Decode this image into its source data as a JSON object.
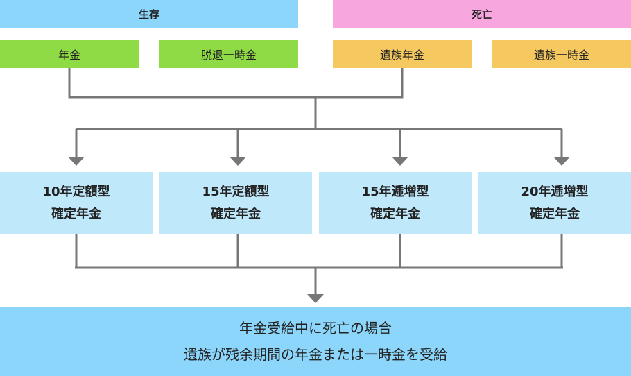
{
  "headers": {
    "survival": "生存",
    "death": "死亡"
  },
  "categories": {
    "annuity": "年金",
    "retirement_lump_sum": "脱退一時金",
    "survivor_annuity": "遺族年金",
    "survivor_lump_sum": "遺族一時金"
  },
  "plans": [
    {
      "line1": "10年定額型",
      "line2": "確定年金"
    },
    {
      "line1": "15年定額型",
      "line2": "確定年金"
    },
    {
      "line1": "15年逓増型",
      "line2": "確定年金"
    },
    {
      "line1": "20年逓増型",
      "line2": "確定年金"
    }
  ],
  "result": {
    "line1": "年金受給中に死亡の場合",
    "line2": "遺族が残余期間の年金または一時金を受給"
  },
  "colors": {
    "survival_header": "#8cd6fb",
    "death_header": "#f8a6de",
    "survival_category": "#8fdb45",
    "death_category": "#f5c95f",
    "plan_box": "#bfe8fb",
    "result_box": "#8cd6fb",
    "connector": "#777777"
  }
}
